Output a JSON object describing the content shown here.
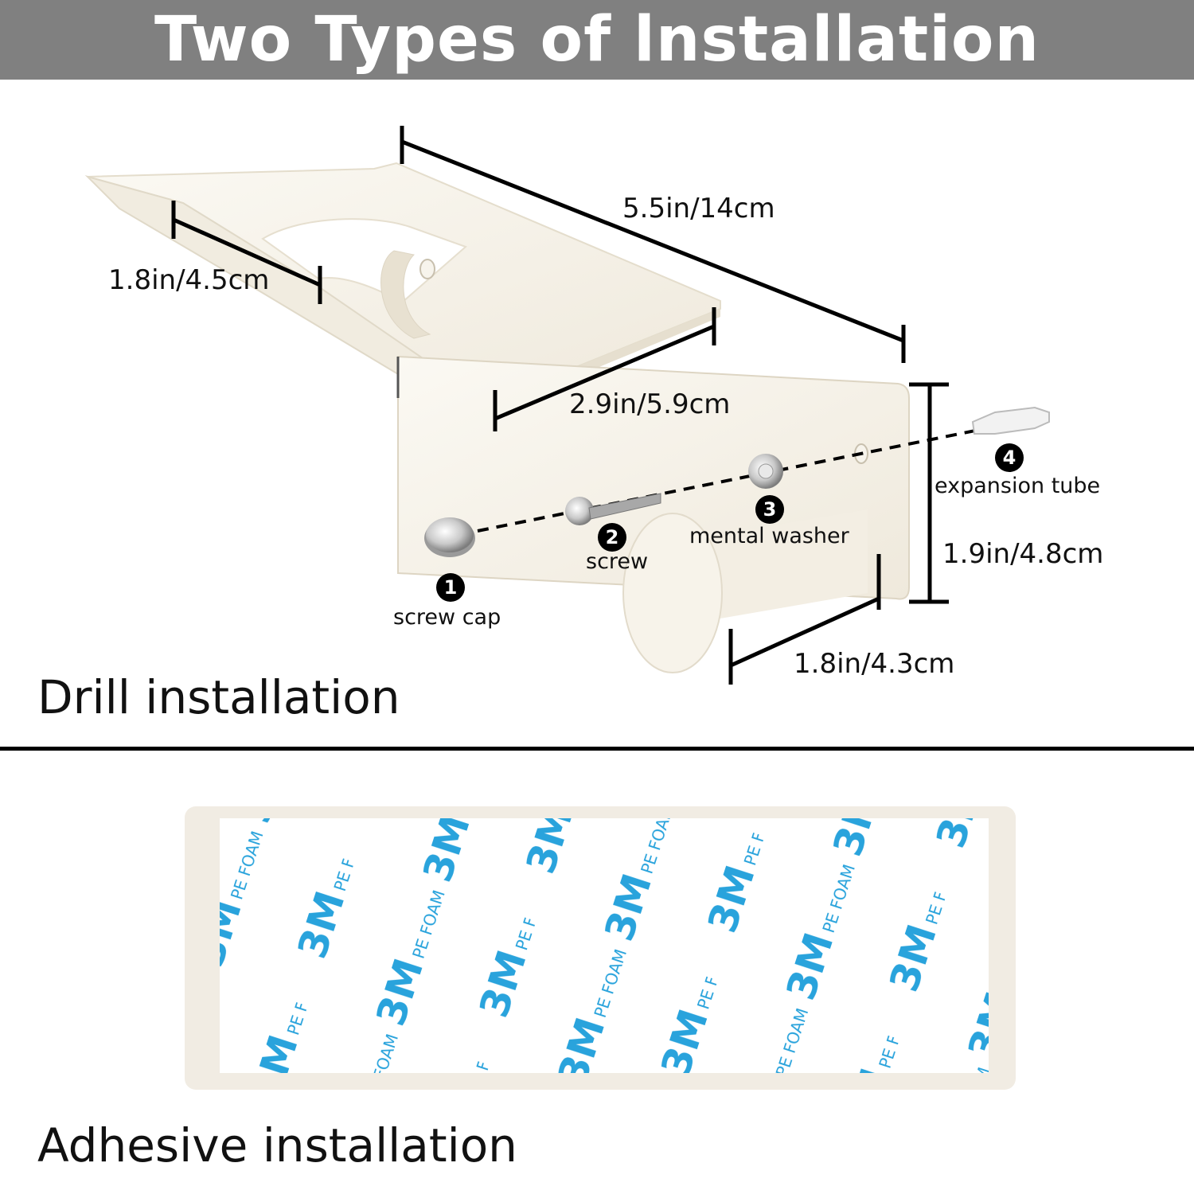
{
  "header": {
    "title": "Two Types of lnstallation"
  },
  "dimensions": {
    "length": "5.5in/14cm",
    "width_left": "1.8in/4.5cm",
    "depth": "2.9in/5.9cm",
    "height": "1.9in/4.8cm",
    "rod_length": "1.8in/4.3cm"
  },
  "parts": [
    {
      "number": "1",
      "label": "screw cap"
    },
    {
      "number": "2",
      "label": "screw"
    },
    {
      "number": "3",
      "label": "mental washer"
    },
    {
      "number": "4",
      "label": "expansion tube"
    }
  ],
  "sections": {
    "drill": "Drill installation",
    "adhesive": "Adhesive installation"
  },
  "adhesive": {
    "brand": "3M",
    "text": "PE FOAM",
    "print_color": "#29a3dc"
  },
  "colors": {
    "header_bg": "#808080",
    "product": "#f5f1e8"
  }
}
